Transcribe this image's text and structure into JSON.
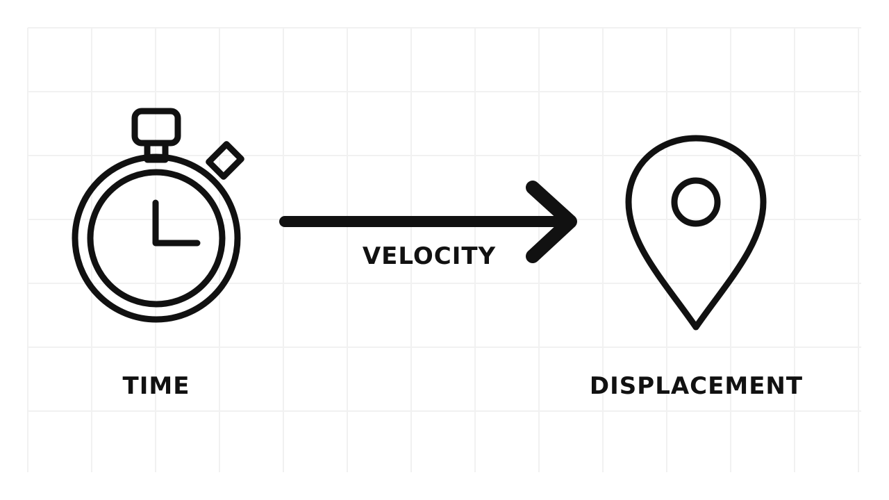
{
  "diagram": {
    "nodes": {
      "time": {
        "label": "TIME",
        "icon": "stopwatch-icon"
      },
      "displacement": {
        "label": "DISPLACEMENT",
        "icon": "location-pin-icon"
      }
    },
    "edge": {
      "label": "VELOCITY",
      "icon": "arrow-right-icon",
      "from": "time",
      "to": "displacement"
    },
    "colors": {
      "stroke": "#111111",
      "background": "#ffffff",
      "grid": "#f1f1f1"
    }
  }
}
